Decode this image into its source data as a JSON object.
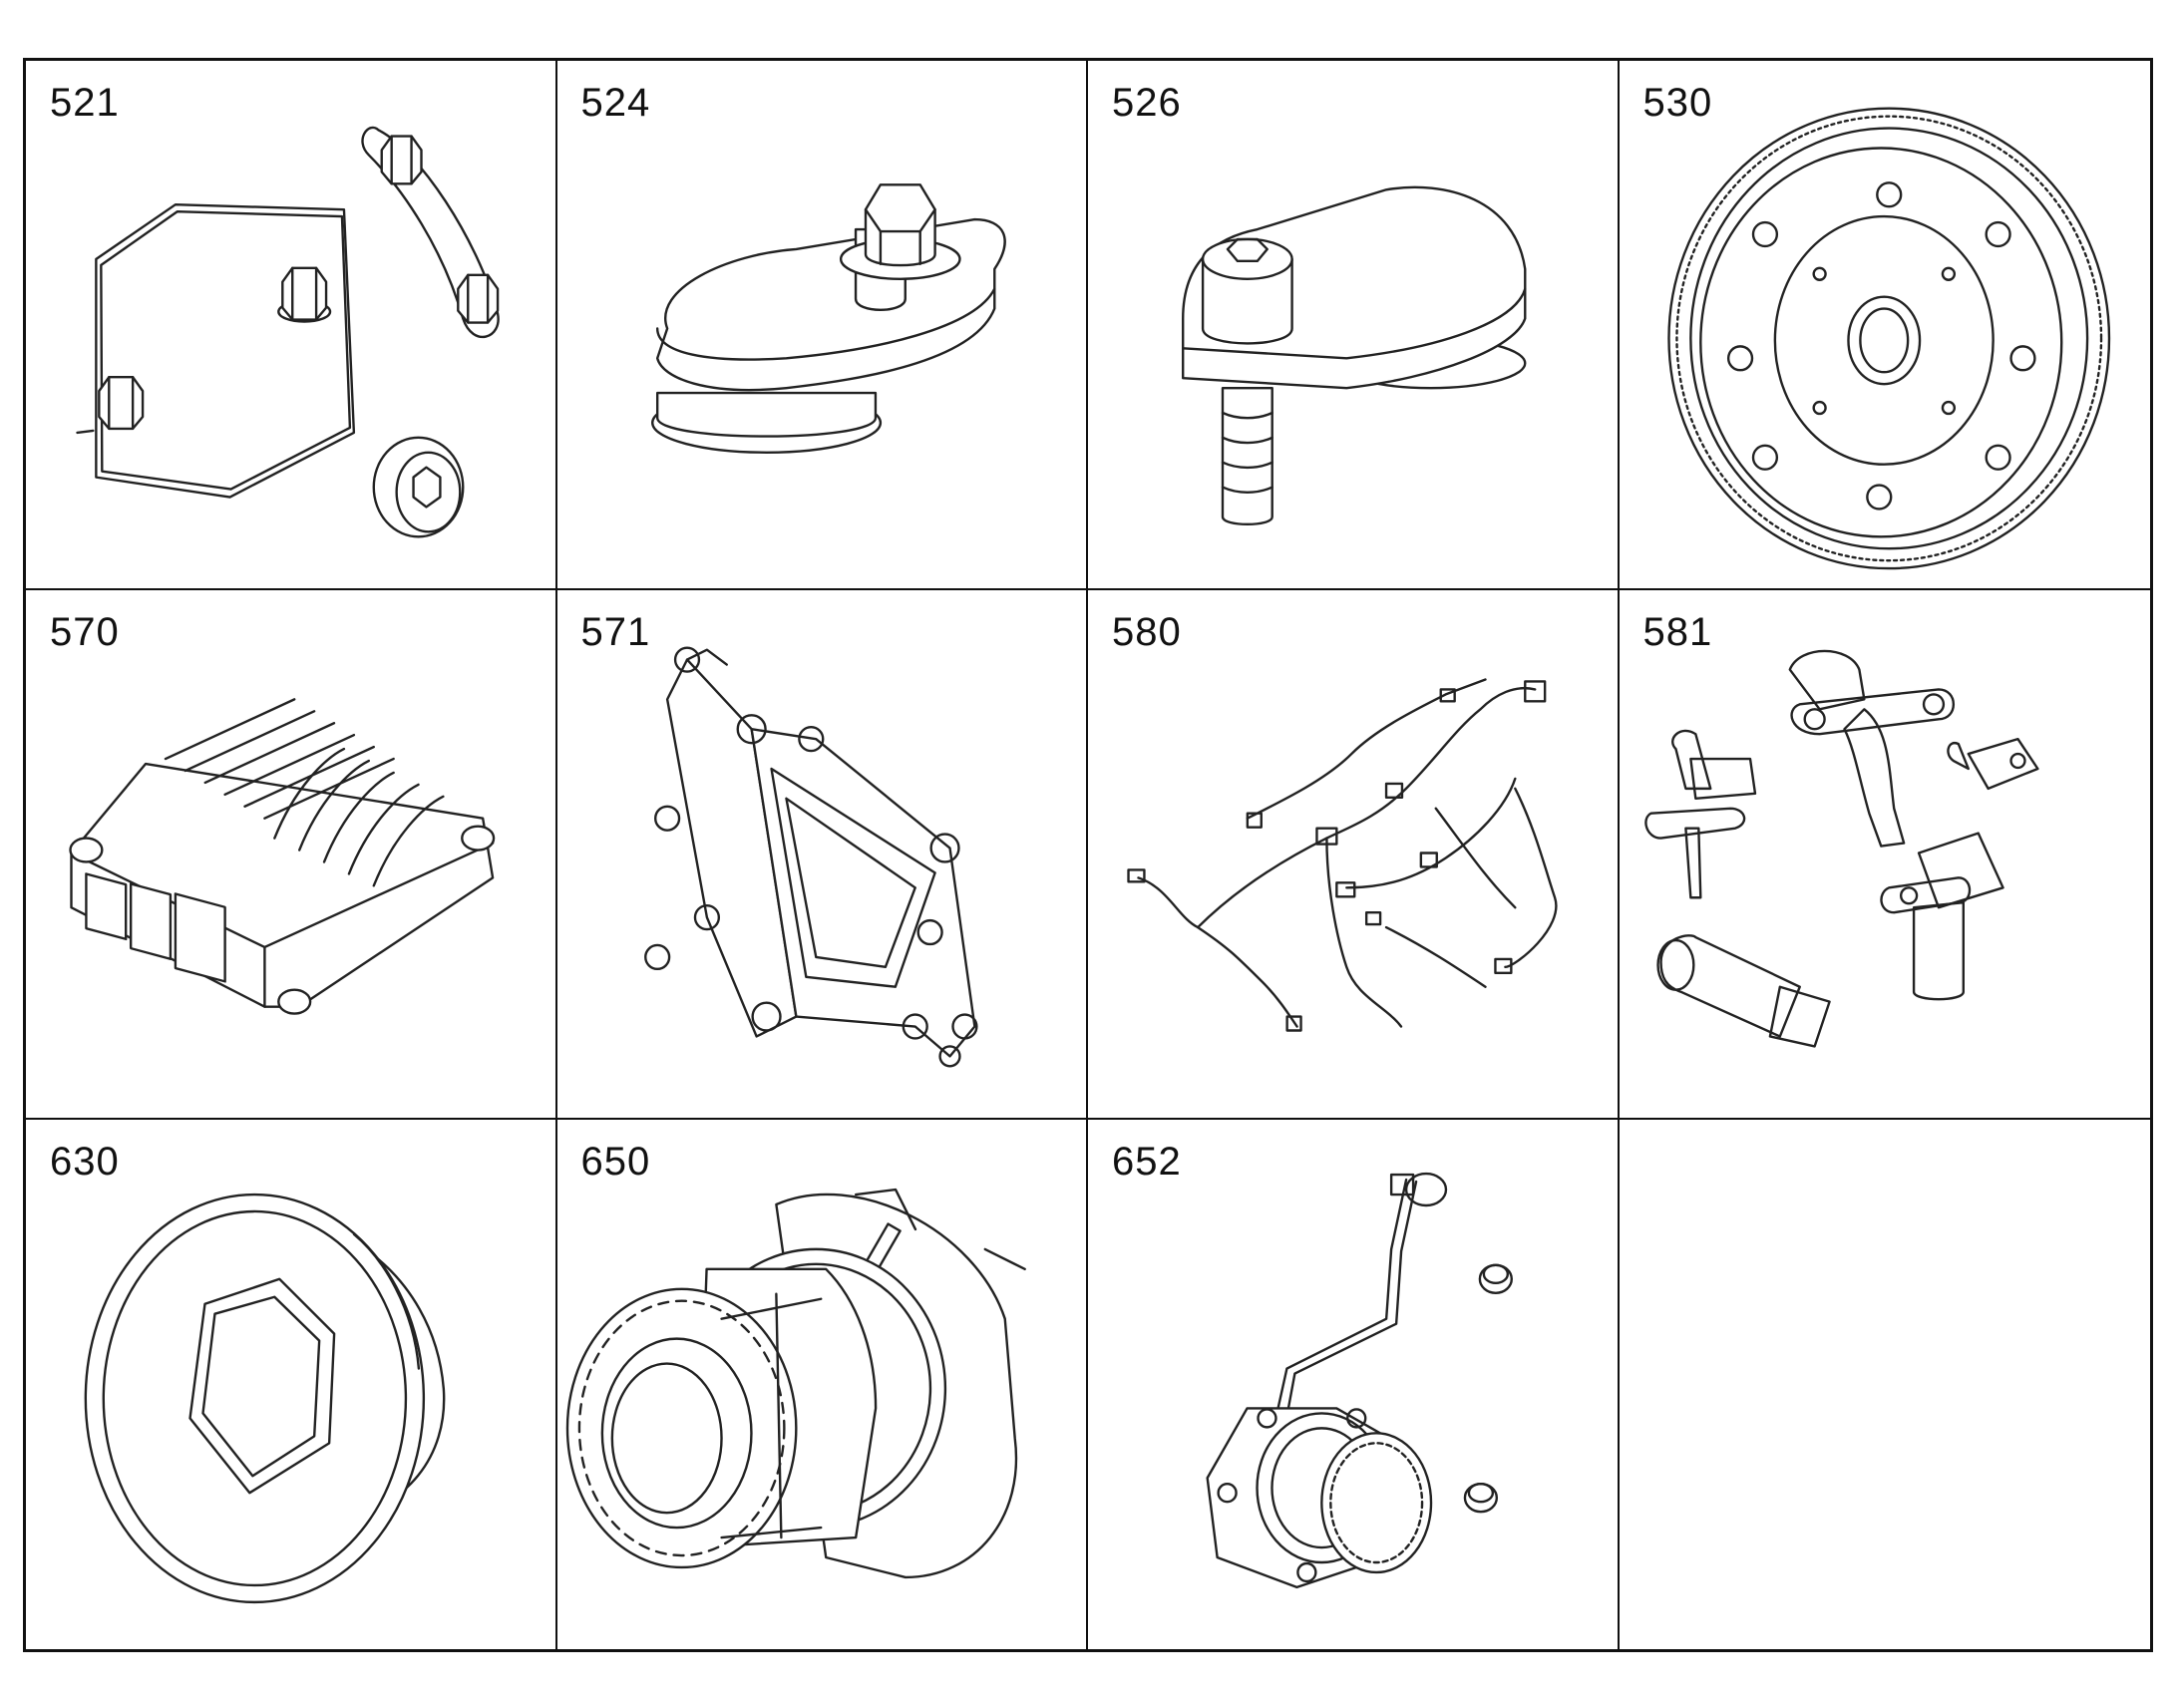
{
  "cells": [
    {
      "label": "521",
      "icon": "cover-plate-bolts-icon"
    },
    {
      "label": "524",
      "icon": "tensioner-bracket-icon"
    },
    {
      "label": "526",
      "icon": "idler-bracket-icon"
    },
    {
      "label": "530",
      "icon": "flywheel-icon"
    },
    {
      "label": "570",
      "icon": "engine-control-module-icon"
    },
    {
      "label": "571",
      "icon": "mounting-bracket-icon"
    },
    {
      "label": "580",
      "icon": "wiring-harness-icon"
    },
    {
      "label": "581",
      "icon": "sensors-icon"
    },
    {
      "label": "630",
      "icon": "hex-plug-icon"
    },
    {
      "label": "650",
      "icon": "water-pump-gear-icon"
    },
    {
      "label": "652",
      "icon": "vacuum-pump-icon"
    },
    {
      "label": "",
      "icon": "empty-cell"
    }
  ]
}
